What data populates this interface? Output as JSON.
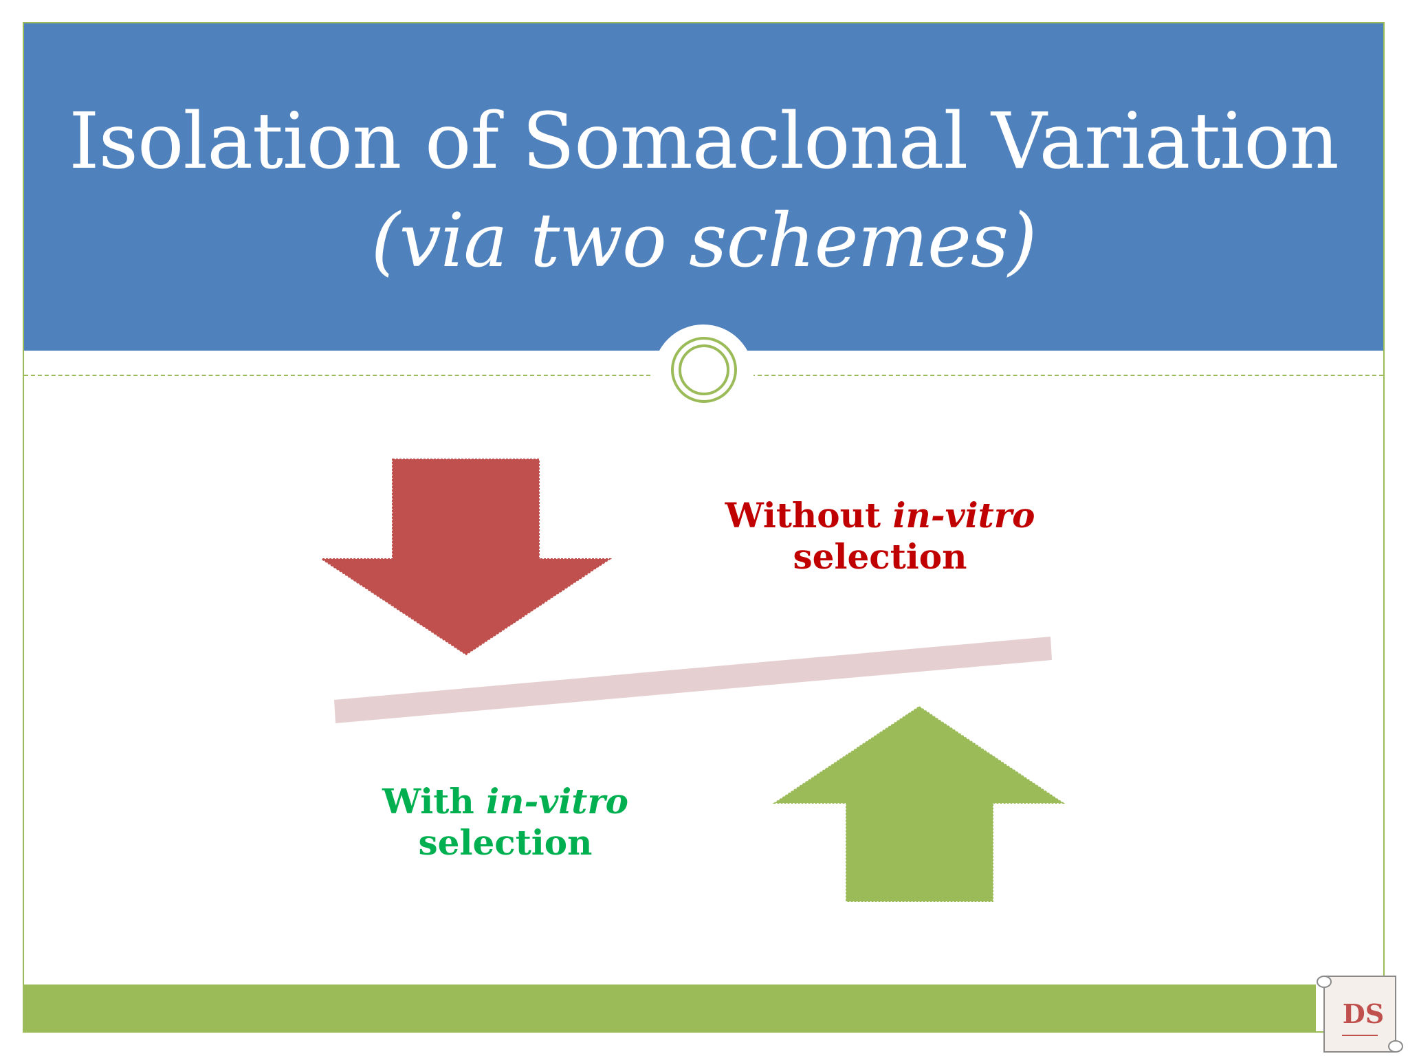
{
  "slide": {
    "title_line1": "Isolation of Somaclonal Variation",
    "title_line2": "(via two schemes)"
  },
  "diagram": {
    "without_label": {
      "prefix": "Without ",
      "italic": "in-vitro",
      "line2": "selection"
    },
    "with_label": {
      "prefix": "With ",
      "italic": "in-vitro",
      "line2": "selection"
    }
  },
  "logo": {
    "text": "DS"
  },
  "colors": {
    "title_band": "#4f81bd",
    "accent_green": "#9bbb59",
    "down_arrow": "#c0504d",
    "up_arrow": "#9bbb59",
    "red_text": "#c00000",
    "green_text": "#00b050",
    "beam": "#e6cfd0"
  },
  "icons": {
    "down_arrow": "arrow-down-icon",
    "up_arrow": "arrow-up-icon",
    "logo": "scroll-logo-icon"
  }
}
